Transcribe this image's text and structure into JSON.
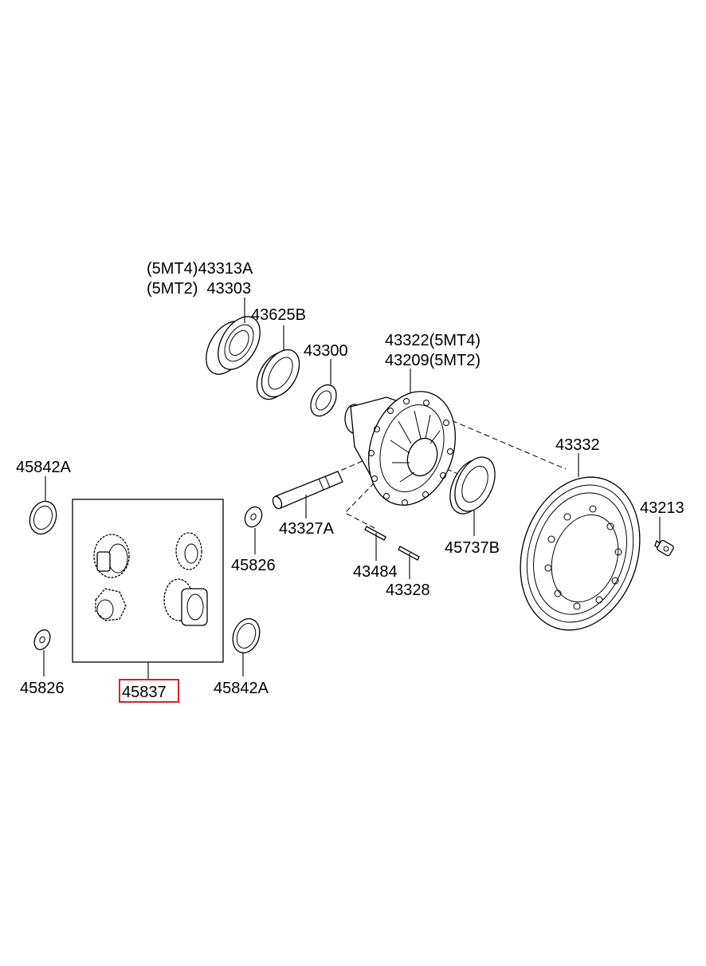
{
  "labels": {
    "bearing_l1": "(5MT4)43313A",
    "bearing_l2": "(5MT2)  43303",
    "shim": "43625B",
    "seal": "43300",
    "case_l1": "43322(5MT4)",
    "case_l2": "43209(5MT2)",
    "ring_gear": "43332",
    "bolt": "43213",
    "washer_tl": "45842A",
    "shaft": "43327A",
    "washer_small_r": "45826",
    "pin": "43484",
    "pin2": "43328",
    "bearing_r": "45737B",
    "washer_small_l": "45826",
    "kit": "45837",
    "washer_br": "45842A"
  },
  "colors": {
    "line": "#000000",
    "highlight": "#e02020",
    "background": "#ffffff"
  }
}
